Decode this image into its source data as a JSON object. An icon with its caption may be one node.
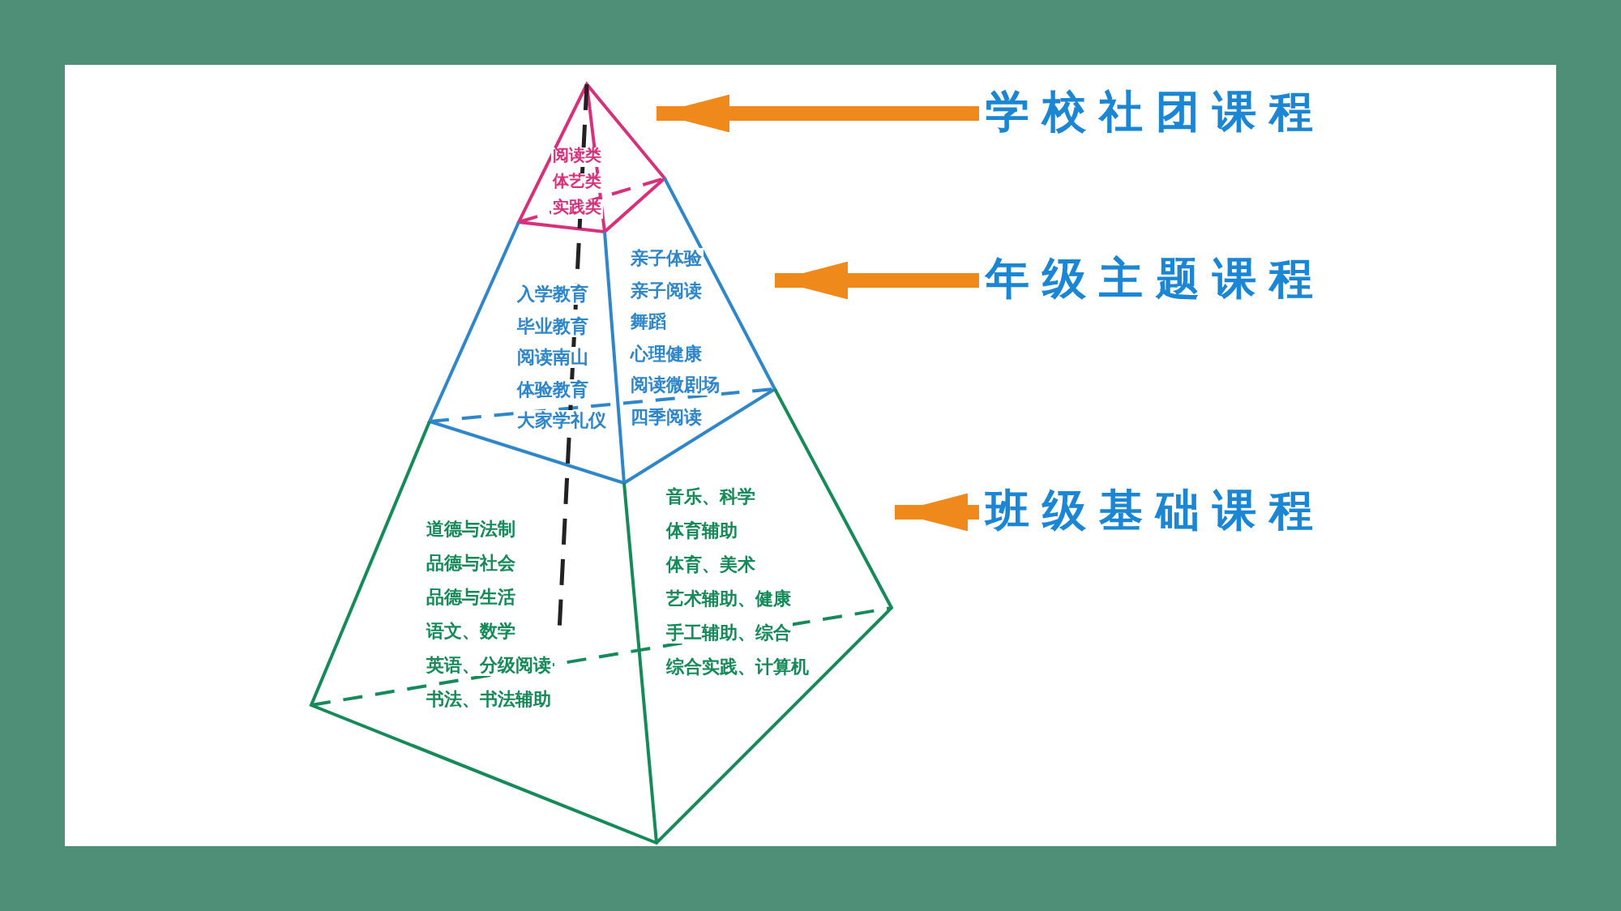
{
  "diagram": {
    "nodes": [
      {
        "text": [
          "阅读类",
          "体艺类",
          "实践类"
        ]
      },
      {
        "text": [
          "入学教育",
          "毕业教育",
          "阅读南山",
          "体验教育",
          "大家学礼仪",
          "亲子体验",
          "亲子阅读",
          "舞蹈",
          "心理健康",
          "阅读微剧场",
          "四季阅读"
        ]
      },
      {
        "text": [
          "道德与法制",
          "品德与社会",
          "品德与生活",
          "语文、数学",
          "英语、分级阅读",
          "书法、书法辅助",
          "音乐、科学",
          "体育辅助",
          "体育、美术",
          "艺术辅助、健康",
          "手工辅助、综合",
          "综合实践、计算机"
        ]
      },
      {
        "text": [
          "学校社团课程"
        ]
      },
      {
        "text": [
          "年级主题课程"
        ]
      },
      {
        "text": [
          "班级基础课程"
        ]
      }
    ],
    "edges": [
      {
        "from": 3,
        "to": 0,
        "arrow": "to"
      },
      {
        "from": 4,
        "to": 1,
        "arrow": "to"
      },
      {
        "from": 5,
        "to": 2,
        "arrow": "to"
      }
    ]
  }
}
